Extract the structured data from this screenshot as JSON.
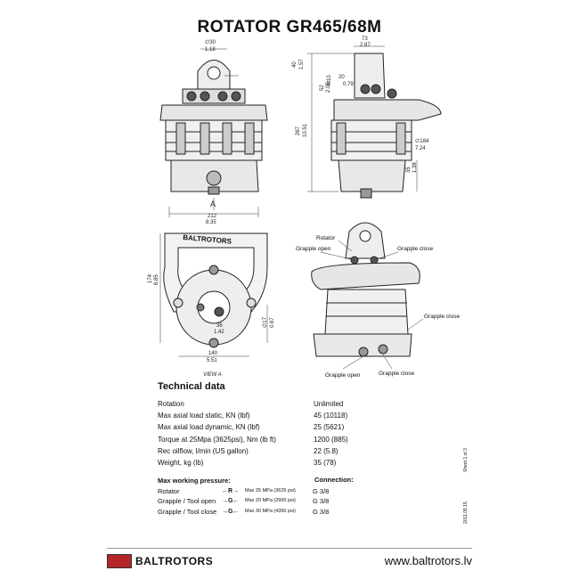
{
  "title": "ROTATOR  GR465/68M",
  "dims": {
    "top_w": "∅30",
    "top_w_in": "1.18",
    "h40": "40",
    "h40_in": "1.57",
    "w73": "73",
    "w73_in": "2.87",
    "d20": "20",
    "d20_in": "0.79",
    "m10": "M10",
    "d52": "52",
    "d52_in": "2.05",
    "h267": "267",
    "h267_in": "10.51",
    "d184": "∅184",
    "d184_in": "7.24",
    "d35": "35",
    "d35_in": "1.38",
    "w212": "212",
    "w212_in": "8.35",
    "h174": "174",
    "h174_in": "6.85",
    "d36": "36",
    "d36_in": "1.42",
    "d17": "∅17",
    "d17_in": "0.67",
    "w140": "140",
    "w140_in": "5.51",
    "view_a": "VIEW A",
    "arrow_a": "A"
  },
  "labels": {
    "rotator": "Rotator",
    "grapple_open_top": "Grapple open",
    "grapple_close_top": "Grapple close",
    "grapple_close_mid": "Grapple close",
    "grapple_open_bot": "Grapple open",
    "grapple_close_bot": "Grapple close",
    "emboss": "BALTROTORS"
  },
  "tech": {
    "heading": "Technical data",
    "rows": [
      {
        "k": "Rotation",
        "v": "Unlimited"
      },
      {
        "k": "Max axial load static, KN (lbf)",
        "v": "45 (10118)"
      },
      {
        "k": "Max axial load dynamic, KN (lbf)",
        "v": "25 (5621)"
      },
      {
        "k": "Torque at 25Mpa (3625psi), Nm (lb ft)",
        "v": "1200 (885)"
      },
      {
        "k": "Rec oilflow, l/min (US gallon)",
        "v": "22 (5.8)"
      },
      {
        "k": "Weight, kg (lb)",
        "v": "35 (78)"
      }
    ]
  },
  "pressure": {
    "heading": "Max working pressure:",
    "conn_heading": "Connection:",
    "rows": [
      {
        "k": "Rotator",
        "sym": "←R→",
        "p": "Max 25 MPa (3625 psi)",
        "g": "G 3/8"
      },
      {
        "k": "Grapple / Tool open",
        "sym": "→G←",
        "p": "Max 20 MPa (2900 psi)",
        "g": "G 3/8"
      },
      {
        "k": "Grapple / Tool close",
        "sym": "→G←",
        "p": "Max 30 MPa (4350 psi)",
        "g": "G 3/8"
      }
    ]
  },
  "side": {
    "sheet": "Sheet 1 of 3",
    "date": "2011.09.15."
  },
  "footer": {
    "brand": "BALTROTORS",
    "url": "www.baltrotors.lv"
  }
}
